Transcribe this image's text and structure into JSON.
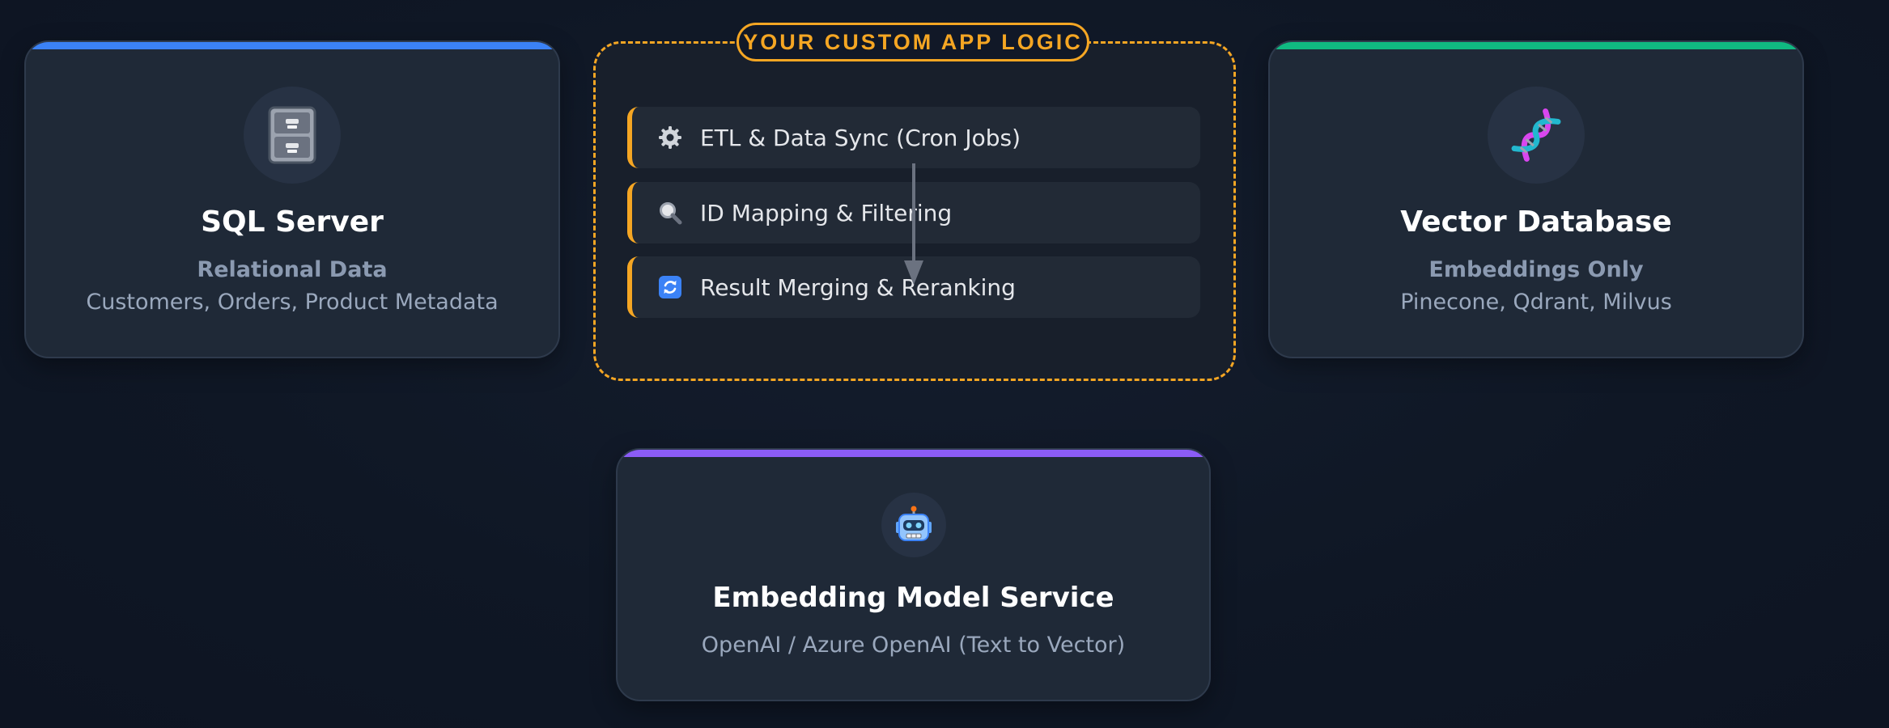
{
  "custom_logic": {
    "tag": "YOUR CUSTOM APP LOGIC",
    "steps": [
      {
        "icon": "gear-icon",
        "label": "ETL & Data Sync (Cron Jobs)"
      },
      {
        "icon": "magnifier-icon",
        "label": "ID Mapping & Filtering"
      },
      {
        "icon": "refresh-icon",
        "label": "Result Merging & Reranking"
      }
    ]
  },
  "sql_server": {
    "icon": "file-cabinet-icon",
    "title": "SQL Server",
    "subtitle": "Relational Data",
    "description": "Customers, Orders, Product Metadata",
    "accent_color": "#3b82f6"
  },
  "vector_db": {
    "icon": "dna-icon",
    "title": "Vector Database",
    "subtitle": "Embeddings Only",
    "description": "Pinecone, Qdrant, Milvus",
    "accent_color": "#10b981"
  },
  "embedding_service": {
    "icon": "robot-icon",
    "title": "Embedding Model Service",
    "description": "OpenAI / Azure OpenAI (Text to Vector)",
    "accent_color": "#8b5cf6"
  },
  "colors": {
    "background": "#111827",
    "card": "#1f2937",
    "logic_accent": "#f5a623"
  }
}
